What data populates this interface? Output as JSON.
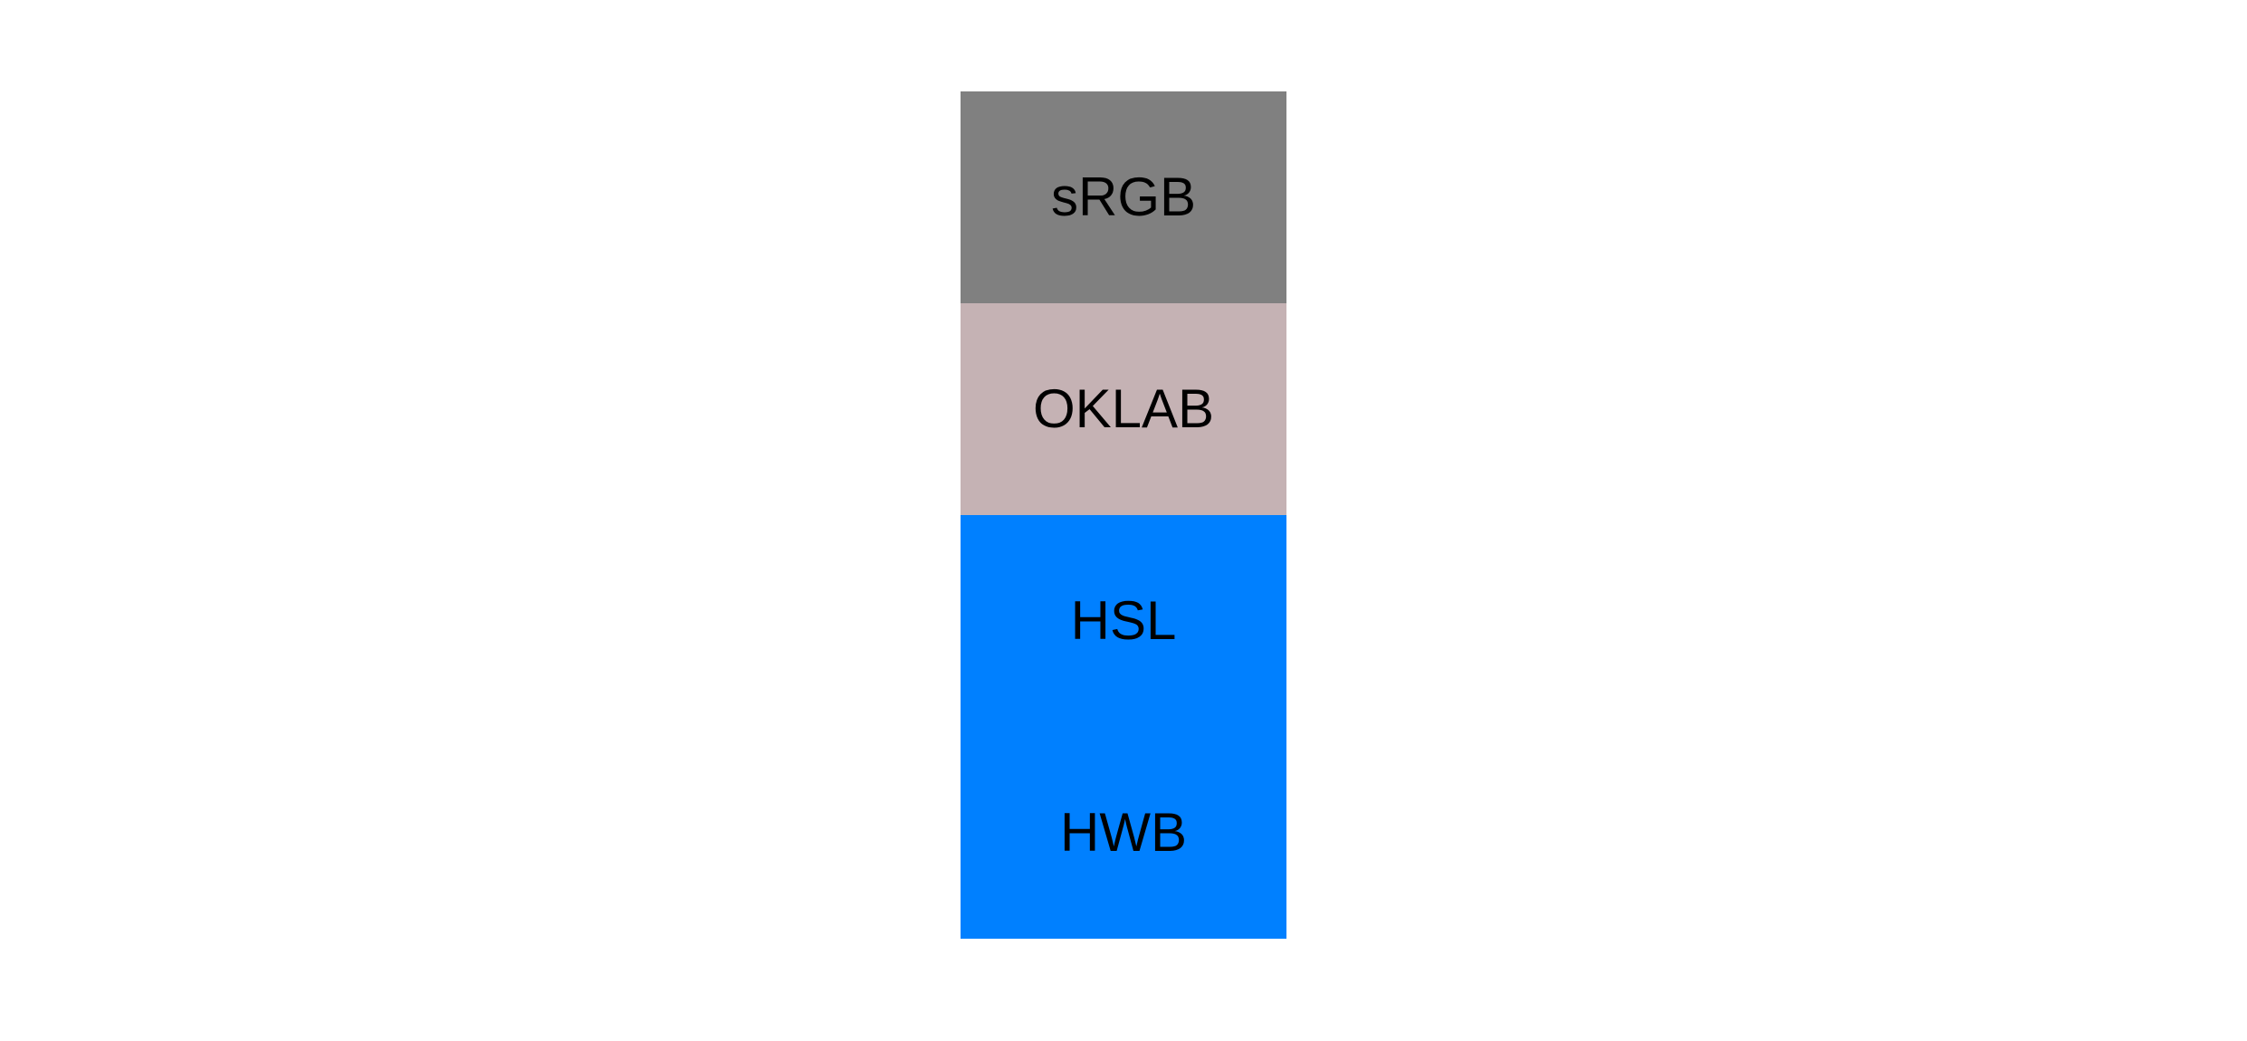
{
  "figure": {
    "background": "#ffffff",
    "text_color": "#000000",
    "swatches": [
      {
        "label": "sRGB",
        "color": "#808080"
      },
      {
        "label": "OKLAB",
        "color": "#C5B2B4"
      },
      {
        "label": "HSL",
        "color": "#0080FF"
      },
      {
        "label": "HWB",
        "color": "#0080FF"
      }
    ]
  }
}
